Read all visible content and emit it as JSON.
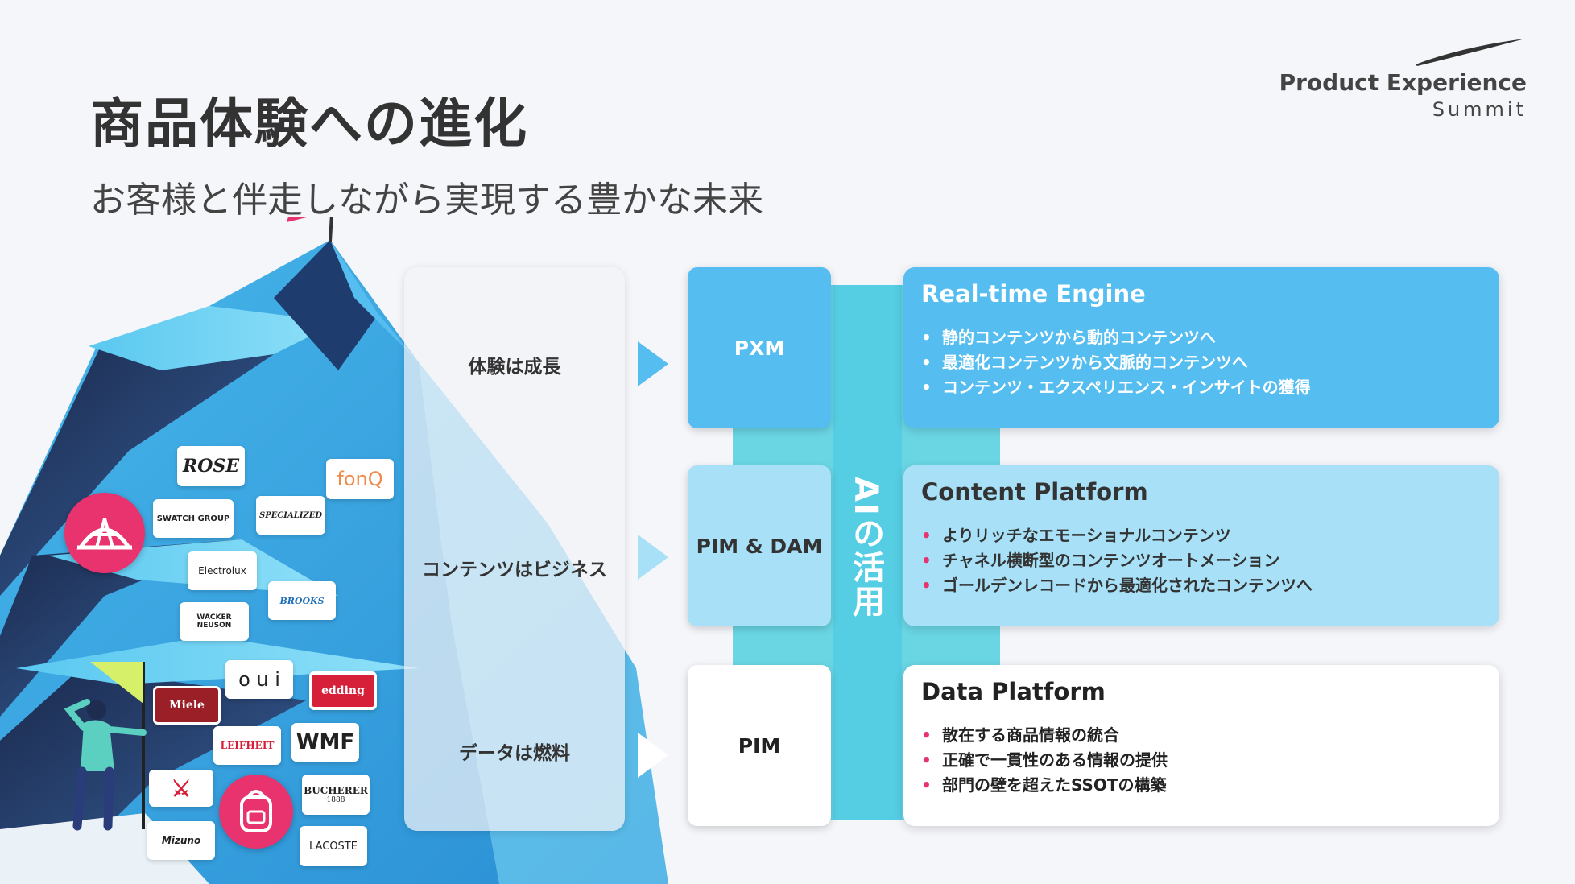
{
  "header": {
    "title": "商品体験への進化",
    "subtitle": "お客様と伴走しながら実現する豊かな未来"
  },
  "logo": {
    "line1": "Product Experience",
    "line2": "Summit"
  },
  "brands": {
    "rose": "ROSE",
    "fonq": "fonQ",
    "swatch": "SWATCH GROUP",
    "specialized": "SPECIALIZED",
    "electrolux": "Electrolux",
    "brooks": "BROOKS",
    "wacker": "WACKER NEUSON",
    "oui": "o u i",
    "miele": "Miele",
    "edding": "edding",
    "leifheit": "LEIFHEIT",
    "wmf": "WMF",
    "bucherer": "BUCHERER",
    "bucherer_year": "1888",
    "mizuno": "Mizuno",
    "lacoste": "LACOSTE"
  },
  "stages": [
    {
      "label": "体験は成長"
    },
    {
      "label": "コンテンツはビジネス"
    },
    {
      "label": "データは燃料"
    }
  ],
  "ai": {
    "label": "AIの活用"
  },
  "tiers": [
    {
      "name": "PXM",
      "title": "Real-time Engine",
      "bullets": [
        "静的コンテンツから動的コンテンツへ",
        "最適化コンテンツから文脈的コンテンツへ",
        "コンテンツ・エクスペリエンス・インサイトの獲得"
      ]
    },
    {
      "name": "PIM & DAM",
      "title": "Content Platform",
      "bullets": [
        "よりリッチなエモーショナルコンテンツ",
        "チャネル横断型のコンテンツオートメーション",
        "ゴールデンレコードから最適化されたコンテンツへ"
      ]
    },
    {
      "name": "PIM",
      "title": "Data Platform",
      "bullets": [
        "散在する商品情報の統合",
        "正確で一貫性のある情報の提供",
        "部門の壁を超えたSSOTの構築"
      ]
    }
  ],
  "colors": {
    "tier1_bg": "#55bdf0",
    "tier2_bg": "#a7e0f7",
    "tier3_bg": "#ffffff",
    "accent_pink": "#e8336e",
    "flag_green": "#d6f06a",
    "ai_band": "#6ad6e4"
  }
}
